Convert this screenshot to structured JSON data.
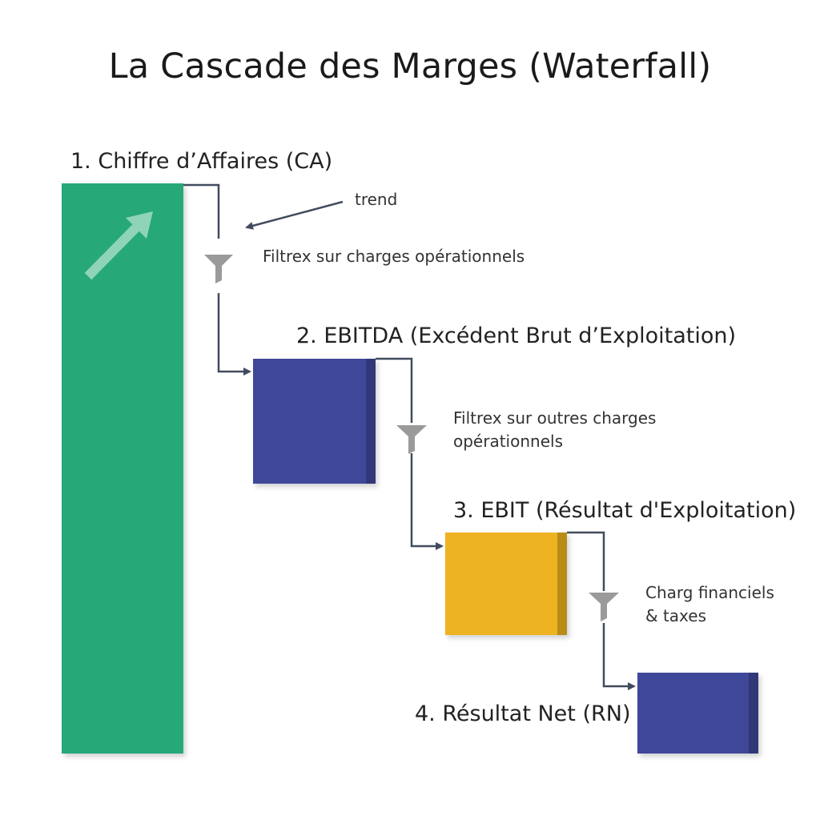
{
  "title": "La Cascade des Marges (Waterfall)",
  "colors": {
    "revenue": "#27a878",
    "ebitda": "#3f4799",
    "ebit": "#eeb320",
    "net": "#3f4799",
    "connector": "#414b5e",
    "funnel": "#9a9a9a",
    "trend_arrow": "#8fd4b8"
  },
  "stages": [
    {
      "label": "1. Chiffre d’Affaires (CA)"
    },
    {
      "label": "2. EBITDA (Excédent Brut d’Exploitation)"
    },
    {
      "label": "3. EBIT (Résultat d'Exploitation)"
    },
    {
      "label": "4. Résultat Net (RN)"
    }
  ],
  "filters": [
    {
      "line1": "Filtrex sur charges opérationnels",
      "line2": ""
    },
    {
      "line1": "Filtrex sur outres charges",
      "line2": "opérationnels"
    },
    {
      "line1": "Charg financiels",
      "line2": "& taxes"
    }
  ],
  "annotation": {
    "text": "trend"
  },
  "icons": {
    "trend": "arrow-up-right-icon",
    "filter": "funnel-icon"
  }
}
